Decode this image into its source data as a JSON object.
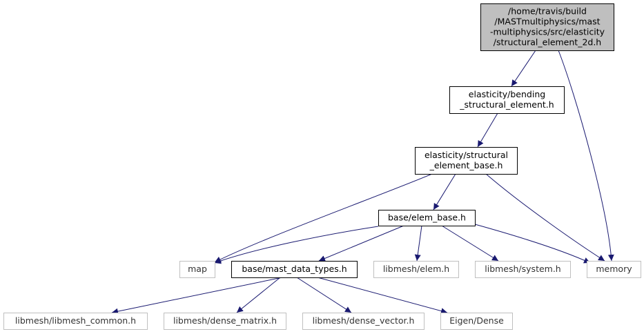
{
  "colors": {
    "edge": "#191970",
    "root_fill": "#bfbfbf",
    "root_border": "#000000",
    "internal_border": "#000000",
    "external_border": "#bfbfbf",
    "background": "#ffffff"
  },
  "nodes": [
    {
      "id": "root",
      "kind": "root",
      "lines": [
        "/home/travis/build",
        "/MASTmultiphysics/mast",
        "-multiphysics/src/elasticity",
        "/structural_element_2d.h"
      ]
    },
    {
      "id": "bending",
      "kind": "internal",
      "lines": [
        "elasticity/bending",
        "_structural_element.h"
      ]
    },
    {
      "id": "base",
      "kind": "internal",
      "lines": [
        "elasticity/structural",
        "_element_base.h"
      ]
    },
    {
      "id": "elem_base",
      "kind": "internal",
      "lines": [
        "base/elem_base.h"
      ]
    },
    {
      "id": "map",
      "kind": "external",
      "lines": [
        "map"
      ]
    },
    {
      "id": "mast_types",
      "kind": "internal",
      "lines": [
        "base/mast_data_types.h"
      ]
    },
    {
      "id": "libmesh_elem",
      "kind": "external",
      "lines": [
        "libmesh/elem.h"
      ]
    },
    {
      "id": "libmesh_system",
      "kind": "external",
      "lines": [
        "libmesh/system.h"
      ]
    },
    {
      "id": "memory",
      "kind": "external",
      "lines": [
        "memory"
      ]
    },
    {
      "id": "libmesh_common",
      "kind": "external",
      "lines": [
        "libmesh/libmesh_common.h"
      ]
    },
    {
      "id": "dense_matrix",
      "kind": "external",
      "lines": [
        "libmesh/dense_matrix.h"
      ]
    },
    {
      "id": "dense_vector",
      "kind": "external",
      "lines": [
        "libmesh/dense_vector.h"
      ]
    },
    {
      "id": "eigen_dense",
      "kind": "external",
      "lines": [
        "Eigen/Dense"
      ]
    }
  ],
  "edges": [
    [
      "root",
      "bending"
    ],
    [
      "root",
      "memory"
    ],
    [
      "bending",
      "base"
    ],
    [
      "base",
      "map"
    ],
    [
      "base",
      "elem_base"
    ],
    [
      "base",
      "memory"
    ],
    [
      "elem_base",
      "map"
    ],
    [
      "elem_base",
      "mast_types"
    ],
    [
      "elem_base",
      "libmesh_elem"
    ],
    [
      "elem_base",
      "libmesh_system"
    ],
    [
      "elem_base",
      "memory"
    ],
    [
      "mast_types",
      "libmesh_common"
    ],
    [
      "mast_types",
      "dense_matrix"
    ],
    [
      "mast_types",
      "dense_vector"
    ],
    [
      "mast_types",
      "eigen_dense"
    ]
  ]
}
